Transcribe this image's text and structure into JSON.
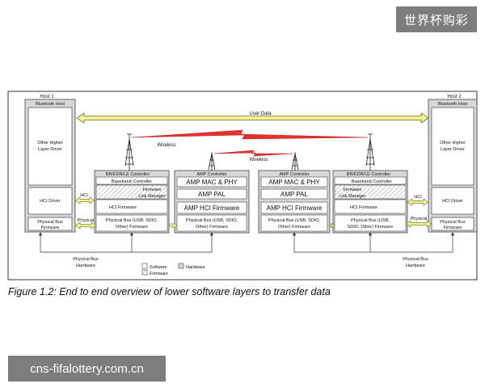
{
  "overlays": {
    "top_right": "世界杯购彩",
    "bottom_left": "cns-fifalottery.com.cn"
  },
  "caption": "Figure 1.2:  End to end overview of lower software layers to transfer data",
  "colors": {
    "grey_fill": "#d8d8d8",
    "hatch": "#a8a8a8",
    "arrow_fill": "#f4f2a0",
    "arrow_stroke": "#707010",
    "wireless": "#e8302a"
  },
  "diagram": {
    "user_data": "User Data",
    "wireless_left": "Wireless",
    "wireless_right": "Wireless",
    "host1": {
      "title": "Host 1",
      "bt_host": "Bluetooth Host",
      "higher_line1": "Other Higher",
      "higher_line2": "Layer Driver",
      "hci_driver": "HCI Driver",
      "pb_fw_line1": "Physical Bus",
      "pb_fw_line2": "Firmware"
    },
    "host2": {
      "title": "Host 2",
      "bt_host": "Bluetooth Host",
      "higher_line1": "Other Higher",
      "higher_line2": "Layer Driver",
      "hci_driver": "HCI Driver",
      "pb_fw_line1": "Physical Bus",
      "pb_fw_line2": "Firmware"
    },
    "br_left": {
      "title": "BR/EDR/LE Controller",
      "baseband": "Baseband Controller",
      "fw_link_line1": "Firmware",
      "fw_link_line2": "Link Manager",
      "hci_fw": "HCI Firmware",
      "pb_line1": "Physical Bus (USB, SDIO,",
      "pb_line2": "Other) Firmware"
    },
    "br_right": {
      "title": "BR/EDR/LE Controller",
      "baseband": "Baseband Controller",
      "fw_link_line1": "Firmware",
      "fw_link_line2": "Link Manager",
      "hci_fw": "HCI Firmware",
      "pb_line1": "Physical Bus (USB,",
      "pb_line2": "SDIO, Other) Firmware"
    },
    "amp_left": {
      "title": "AMP Controller",
      "mac_phy": "AMP MAC & PHY",
      "pal": "AMP PAL",
      "hci_fw": "AMP HCI Firmware",
      "pb_line1": "Physical Bus (USB, SDIO,",
      "pb_line2": "Other) Firmware"
    },
    "amp_right": {
      "title": "AMP Controller",
      "mac_phy": "AMP MAC & PHY",
      "pal": "AMP PAL",
      "hci_fw": "AMP HCI Firmware",
      "pb_line1": "Physical Bus (USB, SDIO,",
      "pb_line2": "Other) Firmware"
    },
    "hci_left": "HCI",
    "hci_right": "HCI",
    "physical_left": "Physical",
    "physical_right": "Physical",
    "phys_hw_left_line1": "Physical Bus",
    "phys_hw_left_line2": "Hardware",
    "phys_hw_right_line1": "Physical Bus",
    "phys_hw_right_line2": "Hardware",
    "legend": {
      "software": "Software",
      "firmware": "Firmware",
      "hardware": "Hardware"
    }
  }
}
